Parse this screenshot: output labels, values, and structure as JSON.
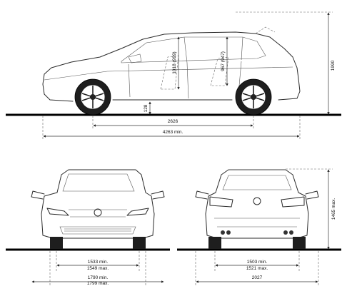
{
  "side_view": {
    "height": "1990",
    "ground_clearance": "128",
    "wheelbase": "2626",
    "length": "4263 min.",
    "front_headroom": "1018 (999)",
    "rear_headroom": "967 (947)"
  },
  "front_view": {
    "track": [
      "1533 min.",
      "1549 max."
    ],
    "width": [
      "1790 min.",
      "1799 max."
    ]
  },
  "rear_view": {
    "height": "1465 max.",
    "track": [
      "1503 min.",
      "1521 max."
    ],
    "width": "2027"
  }
}
